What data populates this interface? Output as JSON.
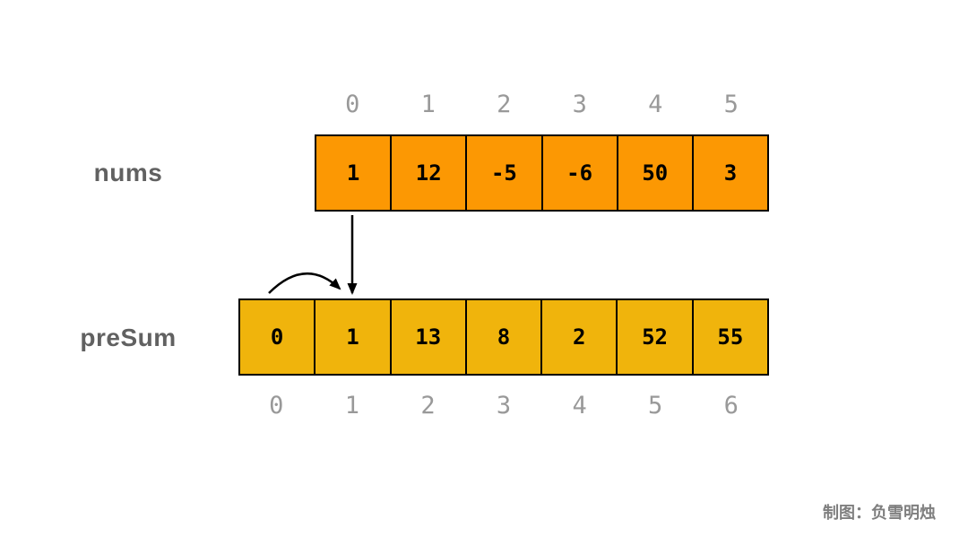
{
  "credit": "制图：负雪明烛",
  "colors": {
    "background": "#FFFFFF",
    "nums_fill": "#FC9803",
    "presum_fill": "#F0B40C",
    "cell_border": "#000000",
    "value_text": "#000000",
    "index_text": "#999999",
    "label_text": "#616161",
    "arrow": "#000000",
    "credit_text": "#7F7F7F"
  },
  "arrays": {
    "nums": {
      "label": "nums",
      "indices": [
        "0",
        "1",
        "2",
        "3",
        "4",
        "5"
      ],
      "values": [
        "1",
        "12",
        "-5",
        "-6",
        "50",
        "3"
      ]
    },
    "presum": {
      "label": "preSum",
      "indices": [
        "0",
        "1",
        "2",
        "3",
        "4",
        "5",
        "6"
      ],
      "values": [
        "0",
        "1",
        "13",
        "8",
        "2",
        "52",
        "55"
      ]
    }
  },
  "arrows": [
    {
      "name": "nums-0-to-presum-1-arrow",
      "description": "straight arrow from nums[0] down to preSum[1]"
    },
    {
      "name": "presum-0-to-presum-1-arrow",
      "description": "curved arrow from preSum[0] over to preSum[1]"
    }
  ]
}
